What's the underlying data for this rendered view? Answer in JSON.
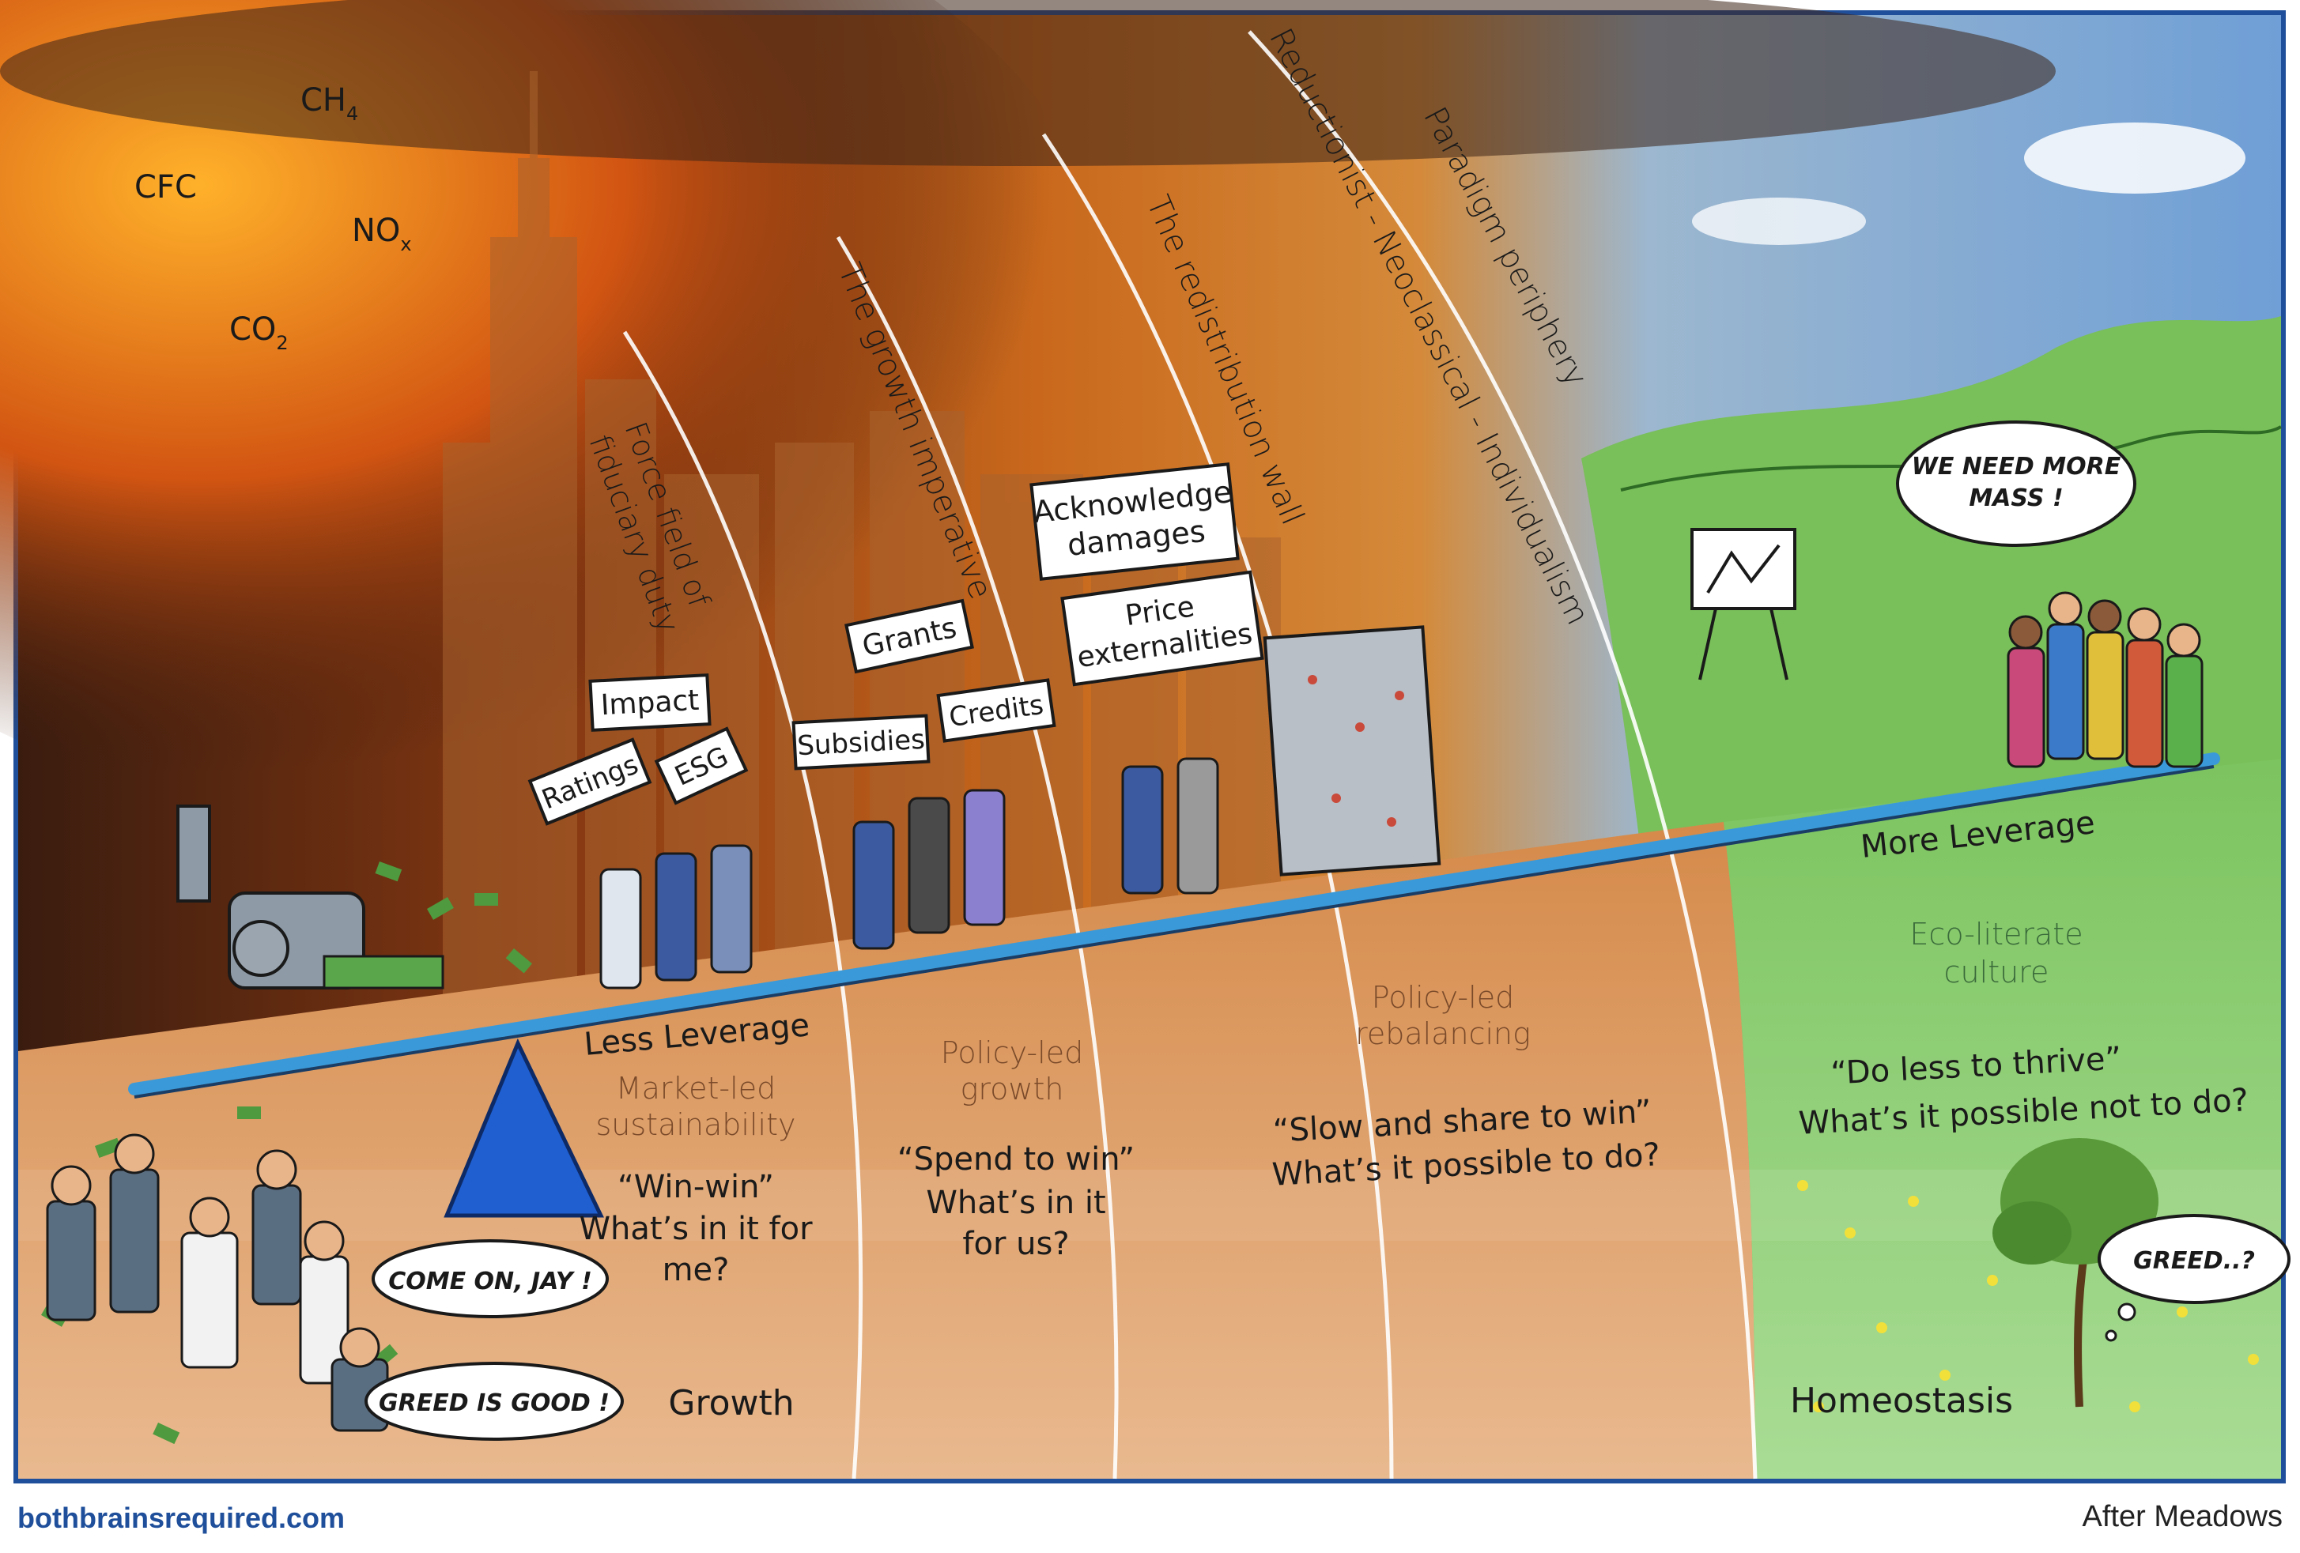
{
  "gases": {
    "ch4": {
      "base": "CH",
      "sub": "4"
    },
    "cfc": "CFC",
    "nox": {
      "base": "NO",
      "sub": "x"
    },
    "co2": {
      "base": "CO",
      "sub": "2"
    }
  },
  "arcs": {
    "fiduciary_line1": "Force field of",
    "fiduciary_line2": "fiduciary duty",
    "growth": "The growth imperative",
    "redistribution": "The redistribution wall",
    "reductionist": "Reductionist - Neoclassical - Individualism",
    "periphery": "Paradigm periphery"
  },
  "signs": {
    "impact": "Impact",
    "ratings": "Ratings",
    "esg": "ESG",
    "grants": "Grants",
    "subsidies": "Subsidies",
    "credits": "Credits",
    "acknowledge_line1": "Acknowledge",
    "acknowledge_line2": "damages",
    "price_line1": "Price",
    "price_line2": "externalities"
  },
  "seesaw": {
    "less_leverage": "Less Leverage",
    "more_leverage": "More Leverage"
  },
  "zones": {
    "market": {
      "title_line1": "Market-led",
      "title_line2": "sustainability",
      "quote": "“Win-win”",
      "question_line1": "What’s in it for",
      "question_line2": "me?",
      "label": "Growth"
    },
    "policy_growth": {
      "title_line1": "Policy-led",
      "title_line2": "growth",
      "quote": "“Spend to win”",
      "question_line1": "What’s in it",
      "question_line2": "for us?"
    },
    "rebalancing": {
      "title_line1": "Policy-led",
      "title_line2": "rebalancing",
      "quote": "“Slow and share to win”",
      "question": "What’s it possible to do?"
    },
    "eco": {
      "title_line1": "Eco-literate",
      "title_line2": "culture",
      "quote": "“Do less to thrive”",
      "question": "What’s it possible not to do?",
      "label": "Homeostasis"
    }
  },
  "bubbles": {
    "come_on": "COME ON, JAY !",
    "greed_good": "GREED IS GOOD !",
    "more_mass_line1": "WE NEED MORE",
    "more_mass_line2": "MASS !",
    "greed_q": "GREED..?"
  },
  "footer": {
    "website": "bothbrainsrequired.com",
    "credit": "After Meadows"
  },
  "colors": {
    "border": "#1f4f9a",
    "beam": "#3a9ad9",
    "fulcrum": "#1f5fd0",
    "ground_brown": "#d9a37a",
    "ground_green": "#8fd07a"
  }
}
